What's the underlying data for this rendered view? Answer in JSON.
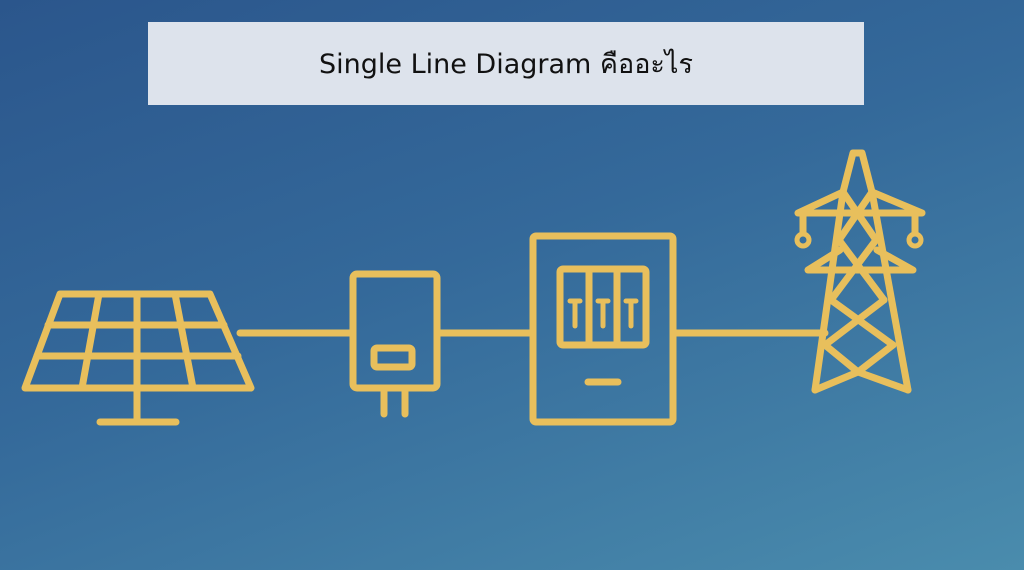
{
  "title": "Single Line Diagram คืออะไร",
  "colors": {
    "line": "#E8BF5C",
    "title_bg": "#DDE3EC",
    "bg_start": "#2B568C",
    "bg_end": "#4A8CAD"
  },
  "components": [
    "solar-panel",
    "inverter",
    "distribution-board",
    "transmission-tower"
  ]
}
